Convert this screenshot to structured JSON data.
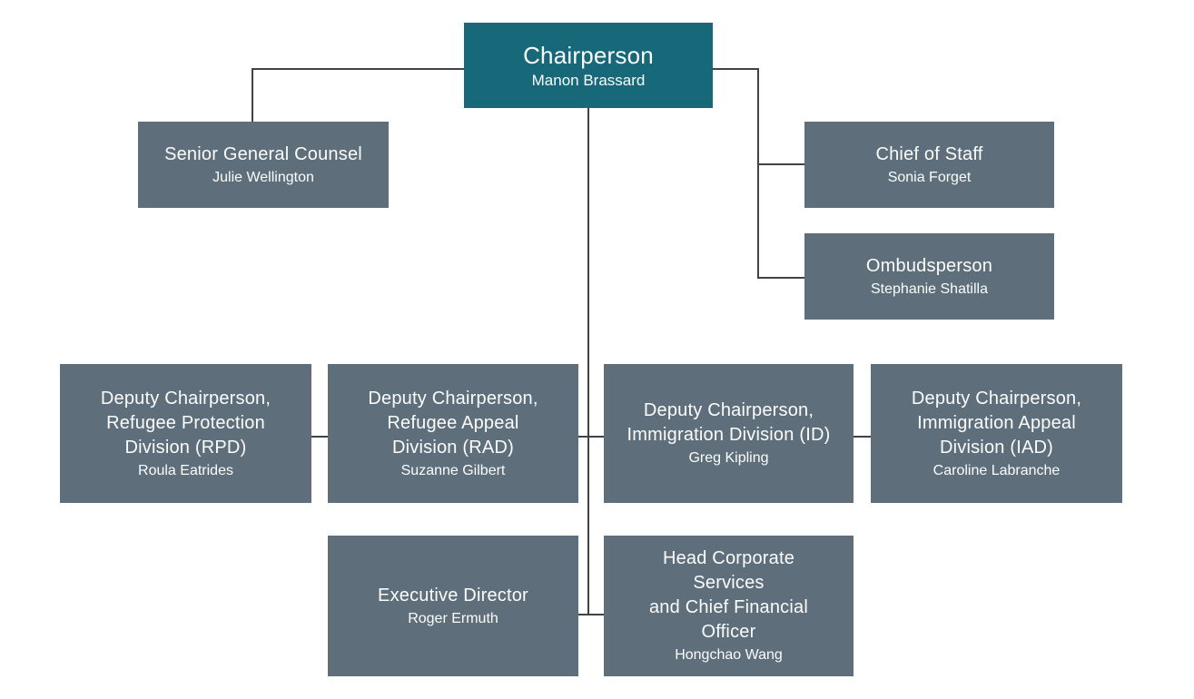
{
  "diagram": {
    "type": "org-chart",
    "organization_root": "Chairperson"
  },
  "colors": {
    "root_box": "#17697a",
    "sub_box": "#5e6f7b",
    "connector": "#3f4347",
    "text": "#fbfcfb",
    "background": "#ffffff"
  },
  "nodes": [
    {
      "id": "chairperson",
      "title": "Chairperson",
      "name": "Manon Brassard",
      "reports_to": null
    },
    {
      "id": "senior-general-counsel",
      "title": "Senior General Counsel",
      "name": "Julie Wellington",
      "reports_to": "Chairperson"
    },
    {
      "id": "chief-of-staff",
      "title": "Chief of Staff",
      "name": "Sonia Forget",
      "reports_to": "Chairperson"
    },
    {
      "id": "ombudsperson",
      "title": "Ombudsperson",
      "name": "Stephanie Shatilla",
      "reports_to": "Chairperson"
    },
    {
      "id": "deputy-chairperson-rpd",
      "title": "Deputy Chairperson,\nRefugee Protection\nDivision (RPD)",
      "name": "Roula Eatrides",
      "reports_to": "Chairperson"
    },
    {
      "id": "deputy-chairperson-rad",
      "title": "Deputy Chairperson,\nRefugee Appeal\nDivision (RAD)",
      "name": "Suzanne Gilbert",
      "reports_to": "Chairperson"
    },
    {
      "id": "deputy-chairperson-id",
      "title": "Deputy Chairperson,\nImmigration Division (ID)",
      "name": "Greg Kipling",
      "reports_to": "Chairperson"
    },
    {
      "id": "deputy-chairperson-iad",
      "title": "Deputy Chairperson,\nImmigration Appeal\nDivision (IAD)",
      "name": "Caroline Labranche",
      "reports_to": "Chairperson"
    },
    {
      "id": "executive-director",
      "title": "Executive Director",
      "name": "Roger Ermuth",
      "reports_to": "Chairperson"
    },
    {
      "id": "head-corporate-services-cfo",
      "title": "Head Corporate\nServices\nand Chief Financial\nOfficer",
      "name": "Hongchao Wang",
      "reports_to": "Chairperson"
    }
  ]
}
